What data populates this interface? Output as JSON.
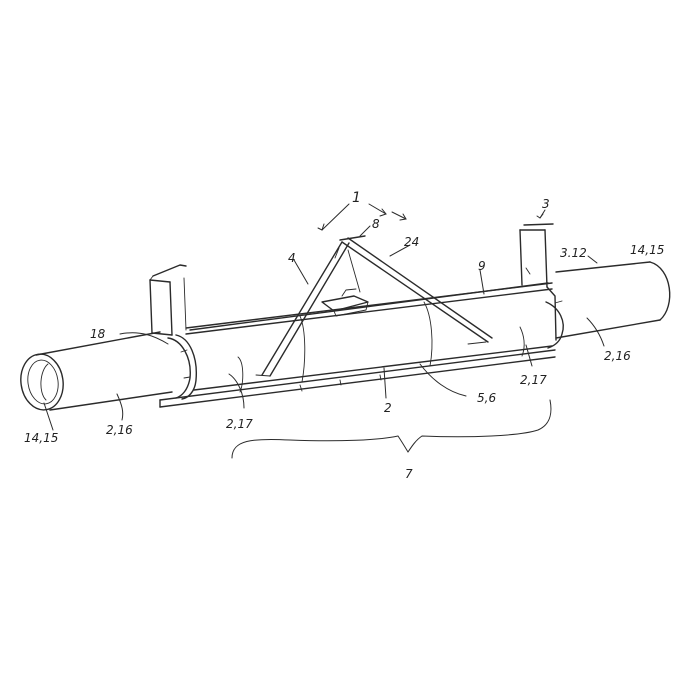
{
  "labels": {
    "assembly": "1",
    "crossbar": "8",
    "brace": "24",
    "right_support": "3",
    "right_support_parts": "3.12",
    "left_pipe_end": "14,15",
    "right_pipe_end": "14,15",
    "joint": "4",
    "rail": "9",
    "clamp": "18",
    "left_pipe_segment": "2,16",
    "right_pipe_segment": "2,16",
    "left_sleeve": "2,17",
    "right_sleeve": "2,17",
    "center_pipe": "2",
    "base_parts": "5,6",
    "span": "7"
  }
}
